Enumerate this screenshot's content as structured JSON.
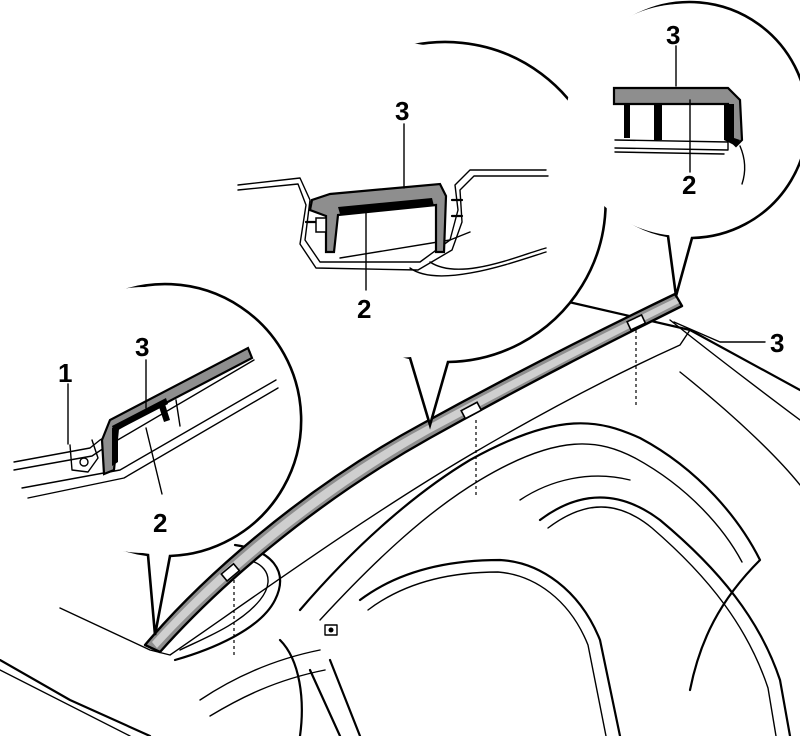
{
  "diagram": {
    "callouts": {
      "detail_left": {
        "label_1": "1",
        "label_3": "3",
        "label_2": "2"
      },
      "detail_center": {
        "label_3": "3",
        "label_2": "2"
      },
      "detail_right": {
        "label_3": "3",
        "label_2": "2"
      },
      "main_label_3": "3"
    }
  }
}
